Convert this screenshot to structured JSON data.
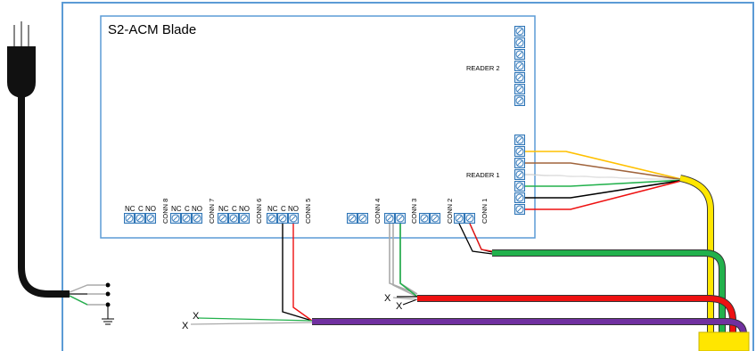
{
  "blade": {
    "title": "S2-ACM Blade",
    "reader2_label": "READER 2",
    "reader1_label": "READER 1"
  },
  "connectors": [
    {
      "id": "conn8",
      "label": "CONN 8",
      "pins": [
        "NC",
        "C",
        "NO"
      ]
    },
    {
      "id": "conn7",
      "label": "CONN 7",
      "pins": [
        "NC",
        "C",
        "NO"
      ]
    },
    {
      "id": "conn6",
      "label": "CONN 6",
      "pins": [
        "NC",
        "C",
        "NO"
      ]
    },
    {
      "id": "conn5",
      "label": "CONN 5",
      "pins": [
        "NC",
        "C",
        "NO"
      ]
    },
    {
      "id": "conn4",
      "label": "CONN 4"
    },
    {
      "id": "conn3",
      "label": "CONN 3"
    },
    {
      "id": "conn2",
      "label": "CONN 2"
    },
    {
      "id": "conn1",
      "label": "CONN 1"
    }
  ],
  "unused_wire_marker": "X",
  "colors": {
    "enclosure_border": "#5b9bd5",
    "blade_border": "#5b9bd5",
    "terminal_fill": "#dce9f7",
    "terminal_stroke": "#2e75b6",
    "wire_yellow": "#ffe600",
    "wire_green": "#22b14c",
    "wire_red": "#ee1111",
    "wire_purple": "#7030a0",
    "wire_black": "#000000",
    "wire_white": "#ffffff",
    "wire_brown": "#a0643c",
    "wire_orange": "#ffc000",
    "wire_gray": "#aaaaaa",
    "cable_black": "#111111"
  },
  "icons": [
    "power-plug-icon",
    "ground-symbol-icon",
    "terminal-screw-icon"
  ]
}
